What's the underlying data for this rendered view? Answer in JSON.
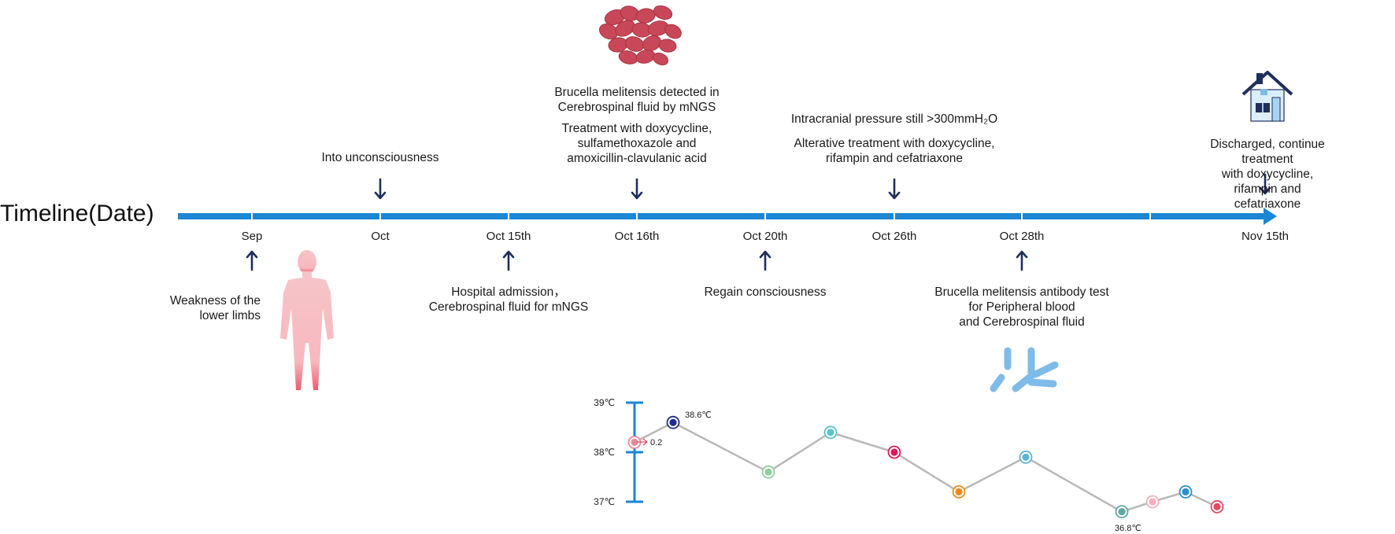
{
  "title": "Timeline(Date)",
  "dates": [
    "Sep",
    "Oct",
    "Oct 15th",
    "Oct 16th",
    "Oct 20th",
    "Oct 26th",
    "Oct 28th",
    "Nov 15th"
  ],
  "events_above": {
    "oct": "Into unconsciousness",
    "oct16_detect": "Brucella melitensis detected in\nCerebrospinal fluid by mNGS",
    "oct16_treat": "Treatment with doxycycline,\nsulfamethoxazole and\namoxicillin-clavulanic acid",
    "oct26_pressure": "Intracranial pressure still >300mmH₂O",
    "oct26_treat": "Alterative treatment with doxycycline,\nrifampin and cefatriaxone",
    "nov15": "Discharged, continue treatment\nwith doxycycline, rifampin and cefatriaxone"
  },
  "events_below": {
    "sep": "Weakness of the\nlower limbs",
    "oct15": "Hospital admission，\nCerebrospinal fluid for mNGS",
    "oct20": "Regain consciousness",
    "oct28": "Brucella melitensis antibody test\nfor Peripheral blood\nand Cerebrospinal fluid"
  },
  "icons": {
    "bacteria": "bacteria-cluster-icon",
    "person": "human-body-icon",
    "house": "house-icon",
    "antibody": "antibody-icon"
  },
  "colors": {
    "timeline": "#1a86d4",
    "arrow": "#1f2f5c",
    "fever_line": "#b8b8b8",
    "bracket": "#1a86d4"
  },
  "chart_data": {
    "type": "line",
    "y_tick_labels": [
      "39℃",
      "38℃",
      "37℃"
    ],
    "y_ticks": [
      39,
      38,
      37
    ],
    "ylim": [
      37,
      39
    ],
    "series": [
      {
        "values": [
          38.2,
          38.6,
          37.6,
          38.4,
          38.0,
          37.2,
          37.9,
          36.8,
          37.0,
          37.2,
          36.9
        ],
        "colors": [
          "#e8899a",
          "#1f2f8a",
          "#8fd19a",
          "#5bc0cf",
          "#d81b5a",
          "#f08a1c",
          "#5bb4d6",
          "#5fa8a0",
          "#f2b0c0",
          "#2a8fc8",
          "#e04a60"
        ]
      }
    ],
    "annotations": {
      "peak": "38.6℃",
      "low": "36.8℃",
      "range": "0.2"
    }
  }
}
